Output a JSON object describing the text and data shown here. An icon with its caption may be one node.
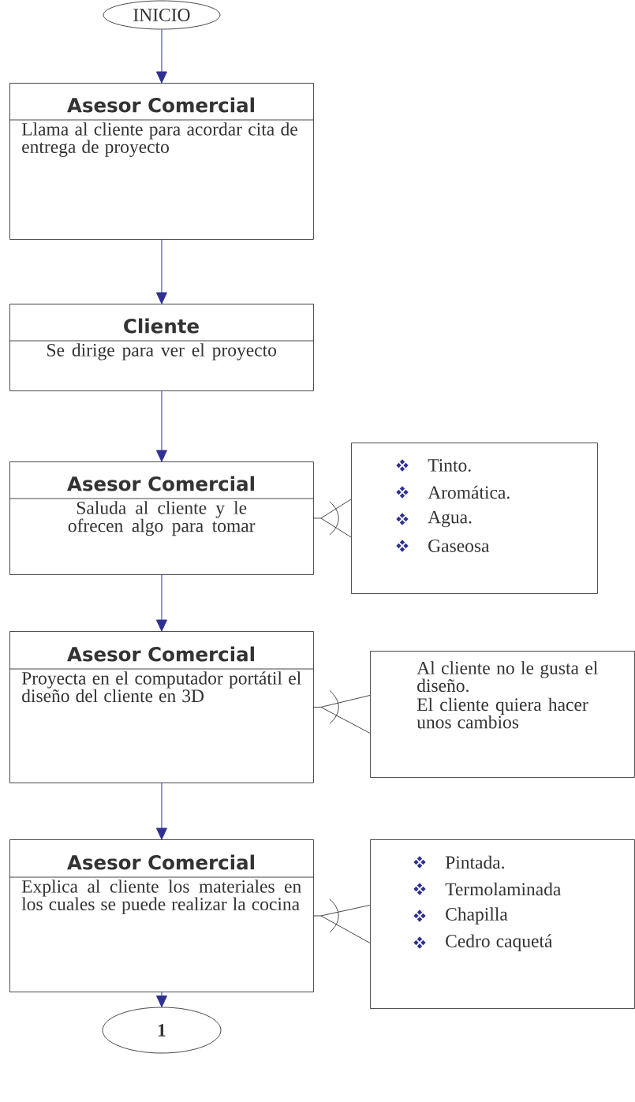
{
  "diagram": {
    "nodes": [
      {
        "text": [
          "INICIO"
        ]
      },
      {
        "text": [
          "Asesor Comercial",
          "Llama al cliente para acordar cita de entrega de proyecto"
        ]
      },
      {
        "text": [
          "Cliente",
          "Se dirige para ver el proyecto"
        ]
      },
      {
        "text": [
          "Asesor Comercial",
          "Saluda al cliente y le ofrecen algo para tomar"
        ]
      },
      {
        "text": [
          "Tinto.",
          "Aromática.",
          "Agua.",
          "Gaseosa"
        ]
      },
      {
        "text": [
          "Asesor Comercial",
          "Proyecta en el computador portátil el diseño del cliente en 3D"
        ]
      },
      {
        "text": [
          "Al cliente no le gusta el diseño.",
          "El cliente quiera hacer unos cambios"
        ]
      },
      {
        "text": [
          "Asesor Comercial",
          "Explica al cliente los materiales en los cuales se puede realizar la cocina"
        ]
      },
      {
        "text": [
          "Pintada.",
          "Termolaminada",
          "Chapilla",
          "Cedro caquetá"
        ]
      },
      {
        "text": [
          "1"
        ]
      }
    ],
    "edges": [
      {
        "from": 0,
        "to": 1,
        "arrow": "to"
      },
      {
        "from": 1,
        "to": 2,
        "arrow": "to"
      },
      {
        "from": 2,
        "to": 3,
        "arrow": "to"
      },
      {
        "from": 4,
        "to": 3,
        "arrow": "none",
        "color": "#333333"
      },
      {
        "from": 3,
        "to": 5,
        "arrow": "to"
      },
      {
        "from": 6,
        "to": 5,
        "arrow": "none",
        "color": "#333333"
      },
      {
        "from": 5,
        "to": 7,
        "arrow": "to"
      },
      {
        "from": 8,
        "to": 7,
        "arrow": "none",
        "color": "#333333"
      },
      {
        "from": 7,
        "to": 9,
        "arrow": "to"
      }
    ]
  }
}
